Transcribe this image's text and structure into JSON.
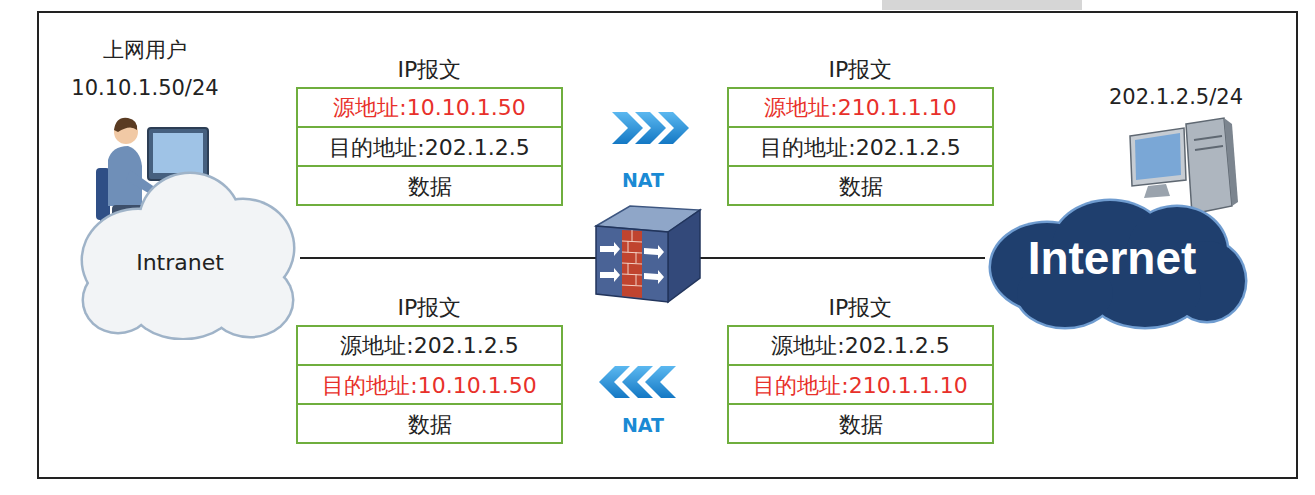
{
  "diagram": {
    "nodes": [
      {
        "text": [
          "IP报文",
          "源地址:10.10.1.50",
          "目的地址:202.1.2.5",
          "数据"
        ]
      },
      {
        "text": [
          "IP报文",
          "源地址:210.1.1.10",
          "目的地址:202.1.2.5",
          "数据"
        ]
      },
      {
        "text": [
          "Intranet"
        ]
      },
      {
        "text": [
          "Internet"
        ]
      },
      {
        "text": [
          "IP报文",
          "源地址:202.1.2.5",
          "目的地址:10.10.1.50",
          "数据"
        ]
      },
      {
        "text": [
          "IP报文",
          "源地址:202.1.2.5",
          "目的地址:210.1.1.10",
          "数据"
        ]
      }
    ],
    "edges": [
      {
        "from": 2,
        "to": 3,
        "arrow": "none"
      }
    ],
    "labels": [
      "上网用户",
      "10.10.1.50/24",
      "202.1.2.5/24",
      "NAT",
      "NAT"
    ]
  }
}
